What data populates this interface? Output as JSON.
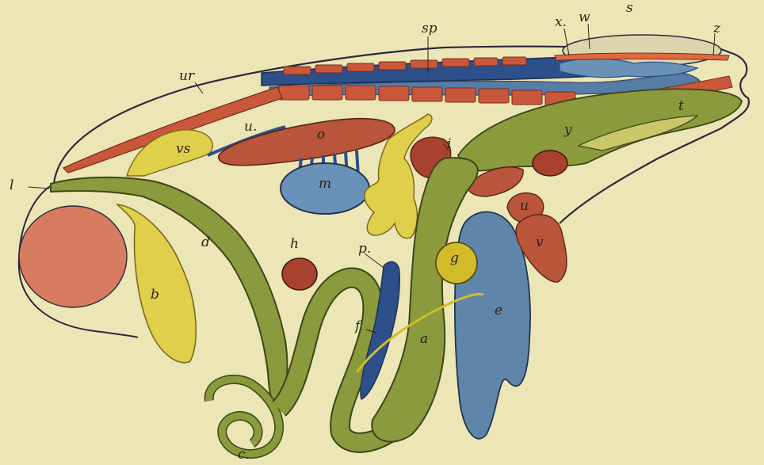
{
  "colors": {
    "background": "#ece6b6",
    "outline": "#2b2a3a",
    "intestine_olive": "#8a9a3c",
    "bladder_yellow": "#e0cf4a",
    "liver_red": "#b8553a",
    "lung_blue": "#5f86a8",
    "spinal_blue": "#2d4f8a",
    "muscle_red": "#c9583b"
  },
  "labels": {
    "sp": "sp",
    "x": "x.",
    "w": "w",
    "s": "s",
    "z": "z",
    "ur": "ur",
    "u_upper": "u.",
    "o": "o",
    "i": "i",
    "t": "t",
    "y": "y",
    "vs": "vs",
    "l": "l",
    "m": "m",
    "d": "d",
    "b": "b",
    "h": "h",
    "p": "p.",
    "g": "g",
    "u_lower": "u",
    "v": "v",
    "e": "e",
    "f": "f",
    "a": "a",
    "c": "c."
  }
}
